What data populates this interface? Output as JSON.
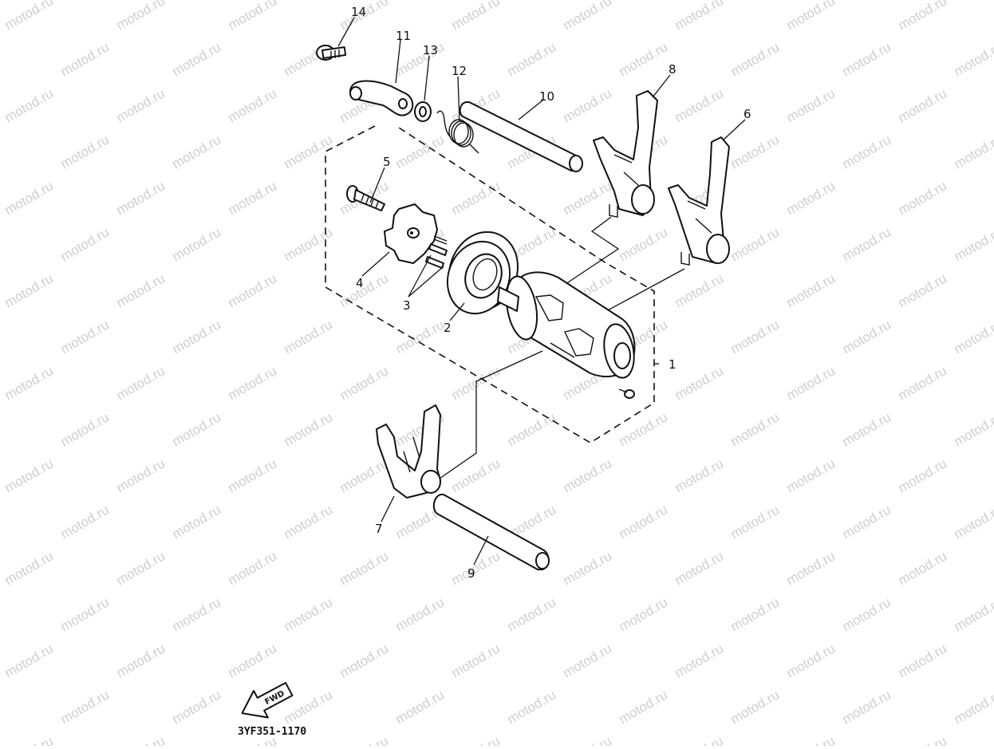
{
  "watermark": "motod.ru",
  "diagram_code": "3YF351-1170",
  "fwd_label": "FWD",
  "callouts": {
    "p1": "1",
    "p2": "2",
    "p3": "3",
    "p4": "4",
    "p5": "5",
    "p6": "6",
    "p7": "7",
    "p8": "8",
    "p9": "9",
    "p10": "10",
    "p11": "11",
    "p12": "12",
    "p13": "13",
    "p14": "14"
  }
}
